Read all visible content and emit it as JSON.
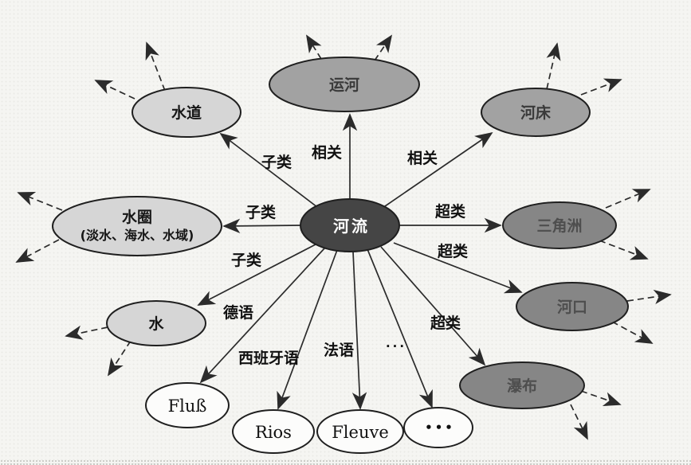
{
  "colors": {
    "background": "#f5f5f2",
    "line": "#2b2b2b",
    "center_fill": "#454545",
    "center_text": "#ffffff",
    "mid_fill": "#a2a2a2",
    "dark_fill": "#868686",
    "light_fill": "#d6d6d6",
    "white_fill": "#fcfcfb",
    "node_stroke": "#1f1f1f"
  },
  "center": {
    "label": "河流"
  },
  "nodes": {
    "canal": {
      "label": "运河"
    },
    "waterway": {
      "label": "水道"
    },
    "riverbed": {
      "label": "河床"
    },
    "hydrosphere": {
      "label": "水圈",
      "sublabel": "(淡水、海水、水域)"
    },
    "delta": {
      "label": "三角洲"
    },
    "water": {
      "label": "水"
    },
    "estuary": {
      "label": "河口"
    },
    "waterfall": {
      "label": "瀑布"
    },
    "german": {
      "label": "Fluß"
    },
    "spanish": {
      "label": "Rios"
    },
    "french": {
      "label": "Fleuve"
    },
    "other": {
      "label": "•••"
    }
  },
  "edge_labels": {
    "waterway": "子类",
    "canal": "相关",
    "riverbed": "相关",
    "hydrosphere": "子类",
    "delta": "超类",
    "water": "子类",
    "estuary": "超类",
    "waterfall": "超类",
    "german": "德语",
    "spanish": "西班牙语",
    "french": "法语",
    "other": "···"
  }
}
